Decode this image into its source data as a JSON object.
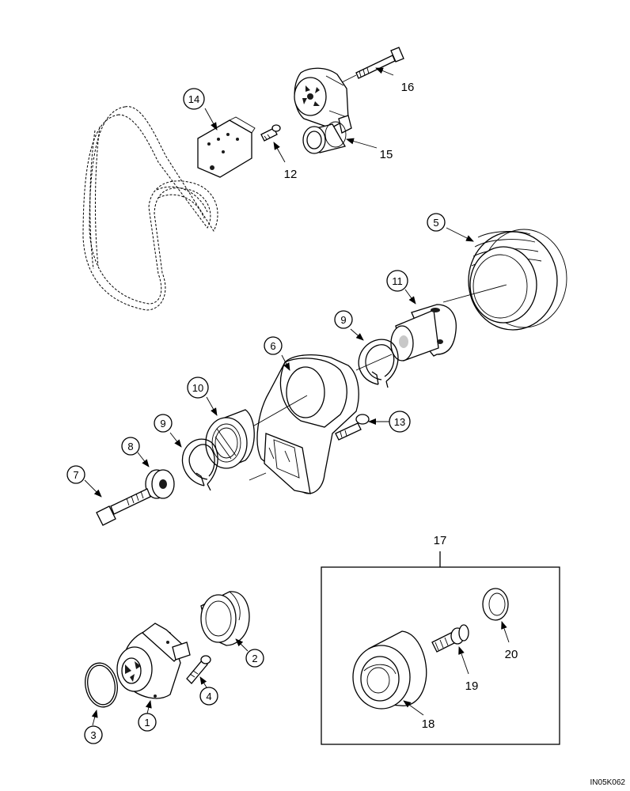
{
  "diagram": {
    "reference_code": "IN05K062",
    "kit_label": "17",
    "callouts": {
      "c1": "1",
      "c2": "2",
      "c3": "3",
      "c4": "4",
      "c5": "5",
      "c6": "6",
      "c7": "7",
      "c8": "8",
      "c9a": "9",
      "c9b": "9",
      "c10": "10",
      "c11": "11",
      "c12": "12",
      "c13": "13",
      "c14": "14",
      "c15": "15",
      "c16": "16",
      "c18": "18",
      "c19": "19",
      "c20": "20"
    }
  }
}
